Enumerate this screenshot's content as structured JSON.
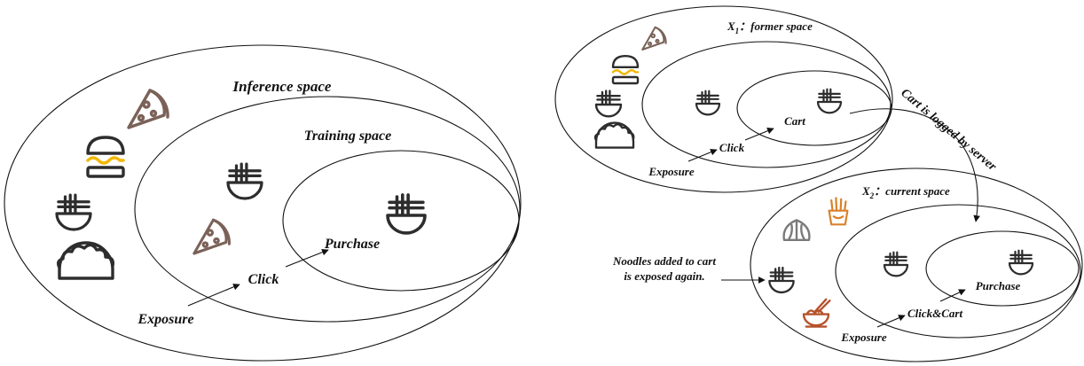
{
  "colors": {
    "outline": "#111111",
    "icon_dark": "#2d2d2d",
    "icon_brown": "#7a6258",
    "accent_yellow": "#f2b705",
    "fries_orange": "#d9822b",
    "noodle_red": "#b5522b"
  },
  "left_diagram": {
    "inference_label": "Inference space",
    "training_label": "Training space",
    "purchase_label": "Purchase",
    "click_label": "Click",
    "exposure_label": "Exposure",
    "icons": [
      "pizza-slice-icon",
      "burger-icon",
      "noodle-bowl-icon",
      "taco-icon",
      "noodle-bowl-icon",
      "pizza-slice-icon",
      "noodle-bowl-icon"
    ]
  },
  "top_right_diagram": {
    "title": "X",
    "title_sub": "1",
    "title_rest": "：former space",
    "cart_label": "Cart",
    "click_label": "Click",
    "exposure_label": "Exposure",
    "icons": [
      "pizza-slice-icon",
      "burger-icon",
      "noodle-bowl-icon",
      "taco-icon",
      "noodle-bowl-icon",
      "noodle-bowl-icon"
    ]
  },
  "transition_label": "Cart is logged by server",
  "bottom_right_diagram": {
    "title": "X",
    "title_sub": "2",
    "title_rest": "：current space",
    "purchase_label": "Purchase",
    "clickcart_label": "Click&Cart",
    "exposure_label": "Exposure",
    "icons": [
      "fries-icon",
      "dumpling-icon",
      "noodle-bowl-icon",
      "ramen-bowl-icon",
      "noodle-bowl-icon",
      "noodle-bowl-icon"
    ]
  },
  "note": {
    "line1": "Noodles added to cart",
    "line2": "is exposed again."
  }
}
